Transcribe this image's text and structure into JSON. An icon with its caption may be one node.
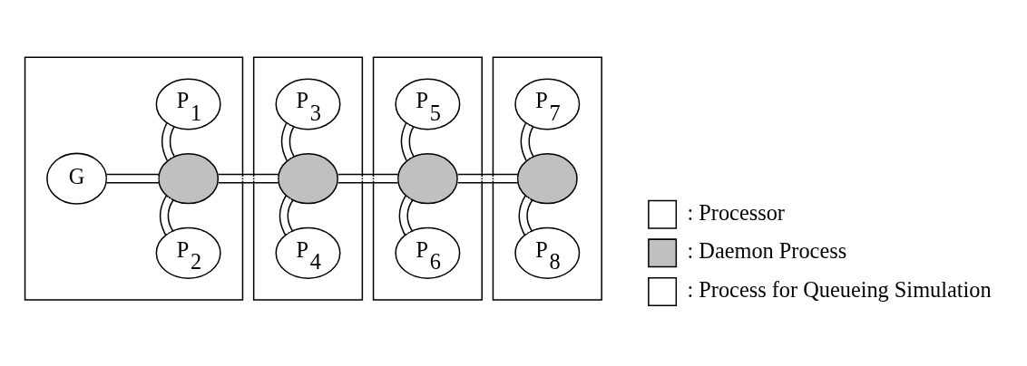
{
  "diagram": {
    "nodes": [
      {
        "text": [],
        "shape": "box"
      },
      {
        "text": [
          "P$_{1}$"
        ],
        "in": 0
      },
      {
        "text": [
          "G"
        ],
        "in": 0
      },
      {
        "text": [],
        "shape": "circle",
        "in": 0
      },
      {
        "text": [
          "P$_{2}$"
        ],
        "in": 0
      },
      {
        "text": [],
        "shape": "box"
      },
      {
        "text": [
          "P$_{3}$"
        ],
        "in": 5
      },
      {
        "text": [],
        "shape": "circle",
        "in": 5
      },
      {
        "text": [
          "P$_{4}$"
        ],
        "in": 5
      },
      {
        "text": [],
        "shape": "box"
      },
      {
        "text": [
          "P$_{5}$"
        ],
        "in": 9
      },
      {
        "text": [],
        "shape": "circle",
        "in": 9
      },
      {
        "text": [
          "P$_{6}$"
        ],
        "in": 9
      },
      {
        "text": [],
        "shape": "box"
      },
      {
        "text": [
          "P$_{7}$"
        ],
        "in": 13
      },
      {
        "text": [],
        "shape": "circle",
        "in": 13
      },
      {
        "text": [
          "P$_{8}$"
        ],
        "in": 13
      }
    ],
    "edges": [
      {
        "from": 1,
        "to": 3,
        "arrow": "none"
      },
      {
        "from": 2,
        "to": 3,
        "arrow": "none"
      },
      {
        "from": 3,
        "to": 4,
        "arrow": "none"
      },
      {
        "from": 3,
        "to": 7,
        "arrow": "none"
      },
      {
        "from": 6,
        "to": 7,
        "arrow": "none"
      },
      {
        "from": 7,
        "to": 8,
        "arrow": "none"
      },
      {
        "from": 7,
        "to": 11,
        "arrow": "none"
      },
      {
        "from": 10,
        "to": 11,
        "arrow": "none"
      },
      {
        "from": 11,
        "to": 12,
        "arrow": "none"
      },
      {
        "from": 11,
        "to": 15,
        "arrow": "none"
      },
      {
        "from": 14,
        "to": 15,
        "arrow": "none"
      },
      {
        "from": 15,
        "to": 16,
        "arrow": "none"
      }
    ],
    "legend": [
      {
        "text": ": Processor"
      },
      {
        "text": ": Daemon Process",
        "color": "#c0c0c0"
      },
      {
        "text": ": Process for Queueing Simulation",
        "color": "#ffffff"
      }
    ]
  }
}
